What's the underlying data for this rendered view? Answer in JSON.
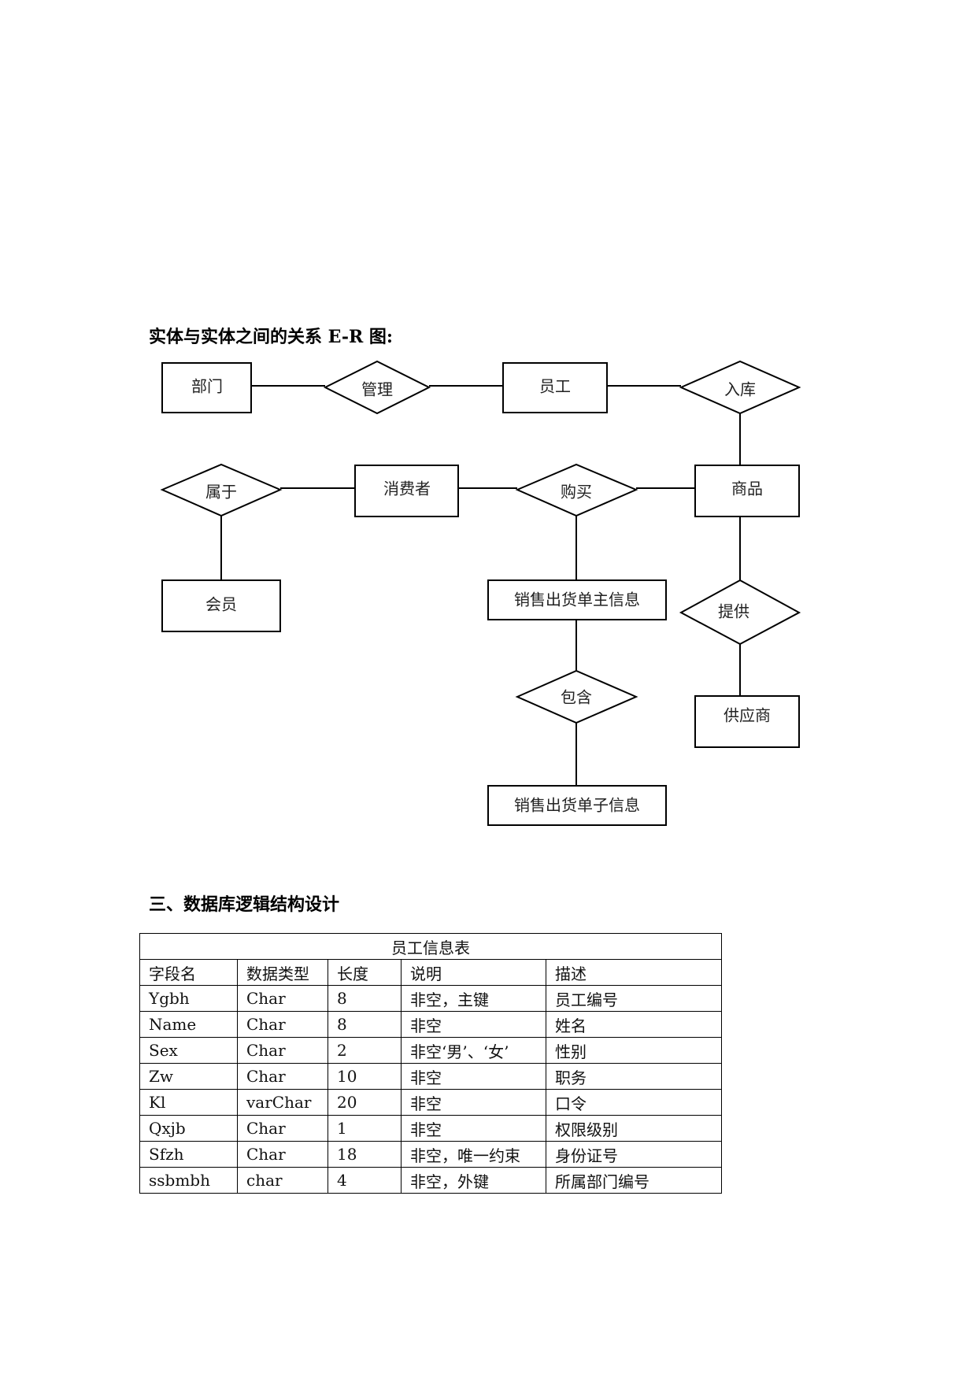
{
  "er_section": {
    "title": "实体与实体之间的关系 E-R 图:"
  },
  "diagram": {
    "entities": [
      "部门",
      "员工",
      "消费者",
      "商品",
      "会员",
      "销售出货单主信息",
      "供应商",
      "销售出货单子信息"
    ],
    "relationships": [
      "管理",
      "入库",
      "属于",
      "购买",
      "提供",
      "包含"
    ]
  },
  "db_section": {
    "title": "三、数据库逻辑结构设计"
  },
  "employee_table": {
    "title": "员工信息表",
    "headers": [
      "字段名",
      "数据类型",
      "长度",
      "说明",
      "描述"
    ],
    "rows": [
      [
        "Ygbh",
        "Char",
        "8",
        "非空，主键",
        "员工编号"
      ],
      [
        "Name",
        "Char",
        "8",
        "非空",
        "姓名"
      ],
      [
        "Sex",
        "Char",
        "2",
        "非空‘男’、‘女’",
        "性别"
      ],
      [
        "Zw",
        "Char",
        "10",
        "非空",
        "职务"
      ],
      [
        "Kl",
        "varChar",
        "20",
        "非空",
        "口令"
      ],
      [
        "Qxjb",
        "Char",
        "1",
        "非空",
        "权限级别"
      ],
      [
        "Sfzh",
        "Char",
        "18",
        "非空，唯一约束",
        "身份证号"
      ],
      [
        "ssbmbh",
        "char",
        "4",
        "非空，外键",
        "所属部门编号"
      ]
    ]
  }
}
